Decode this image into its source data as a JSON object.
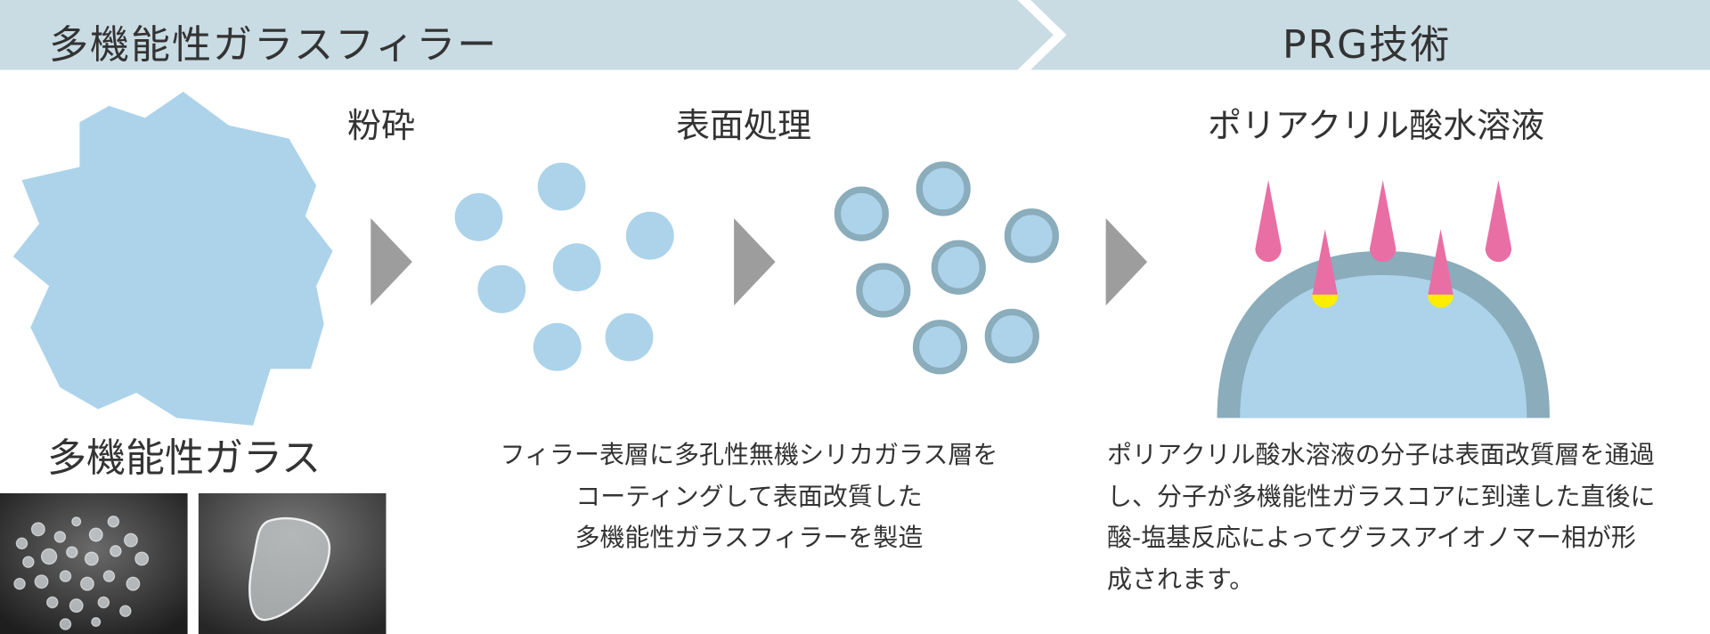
{
  "header": {
    "left_title": "多機能性ガラスフィラー",
    "right_title": "PRG技術"
  },
  "steps": {
    "crush_label": "粉砕",
    "surface_label": "表面処理",
    "solution_label": "ポリアクリル酸水溶液"
  },
  "glass_label": "多機能性ガラス",
  "center_description": [
    "フィラー表層に多孔性無機シリカガラス層を",
    "コーティングして表面改質した",
    "多機能性ガラスフィラーを製造"
  ],
  "right_description": [
    "ポリアクリル酸水溶液の分子は表面改質層を通過",
    "し、分子が多機能性ガラスコアに到達した直後に",
    "酸-塩基反応によってグラスアイオノマー相が形",
    "成されます。"
  ],
  "colors": {
    "header_bg": "#c9dbe3",
    "particle": "#acd3ea",
    "coating": "#8aacbb",
    "arrow": "#9d9d9e",
    "drop": "#e96ea4",
    "drop_tip": "#ffed00"
  }
}
